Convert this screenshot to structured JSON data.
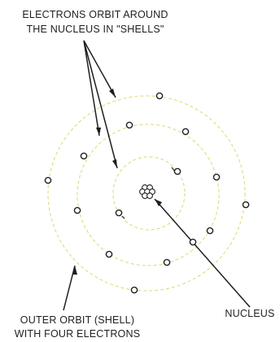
{
  "title_lines": [
    "ELECTRONS ORBIT AROUND",
    "THE NUCLEUS IN \"SHELLS\""
  ],
  "nucleus_label": "NUCLEUS",
  "outer_label_lines": [
    "OUTER ORBIT (SHELL)",
    "WITH FOUR ELECTRONS"
  ],
  "colors": {
    "orbit": "#e4dd86",
    "ink": "#1f1f1f",
    "background": "#ffffff"
  }
}
